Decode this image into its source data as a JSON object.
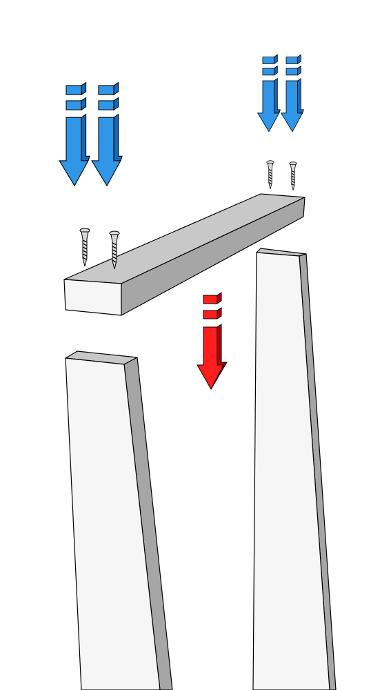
{
  "figure": {
    "colors": {
      "background": "#ffffff",
      "wood_top": "#c8c8c8",
      "wood_front": "#f6f6f6",
      "wood_side": "#a6a6a6",
      "arrow_blue_light": "#2f96e8",
      "arrow_blue_dark": "#1469b9",
      "arrow_red_light": "#ff1d1d",
      "arrow_red_dark": "#b40000",
      "screw_metal": "#d8d8d8"
    },
    "icons": {
      "downward_arrow": "down-arrow-icon",
      "screw": "screw-icon"
    },
    "parts": {
      "cross_beam": "cross-beam",
      "left_leg": "left-leg",
      "right_leg": "right-leg"
    }
  }
}
